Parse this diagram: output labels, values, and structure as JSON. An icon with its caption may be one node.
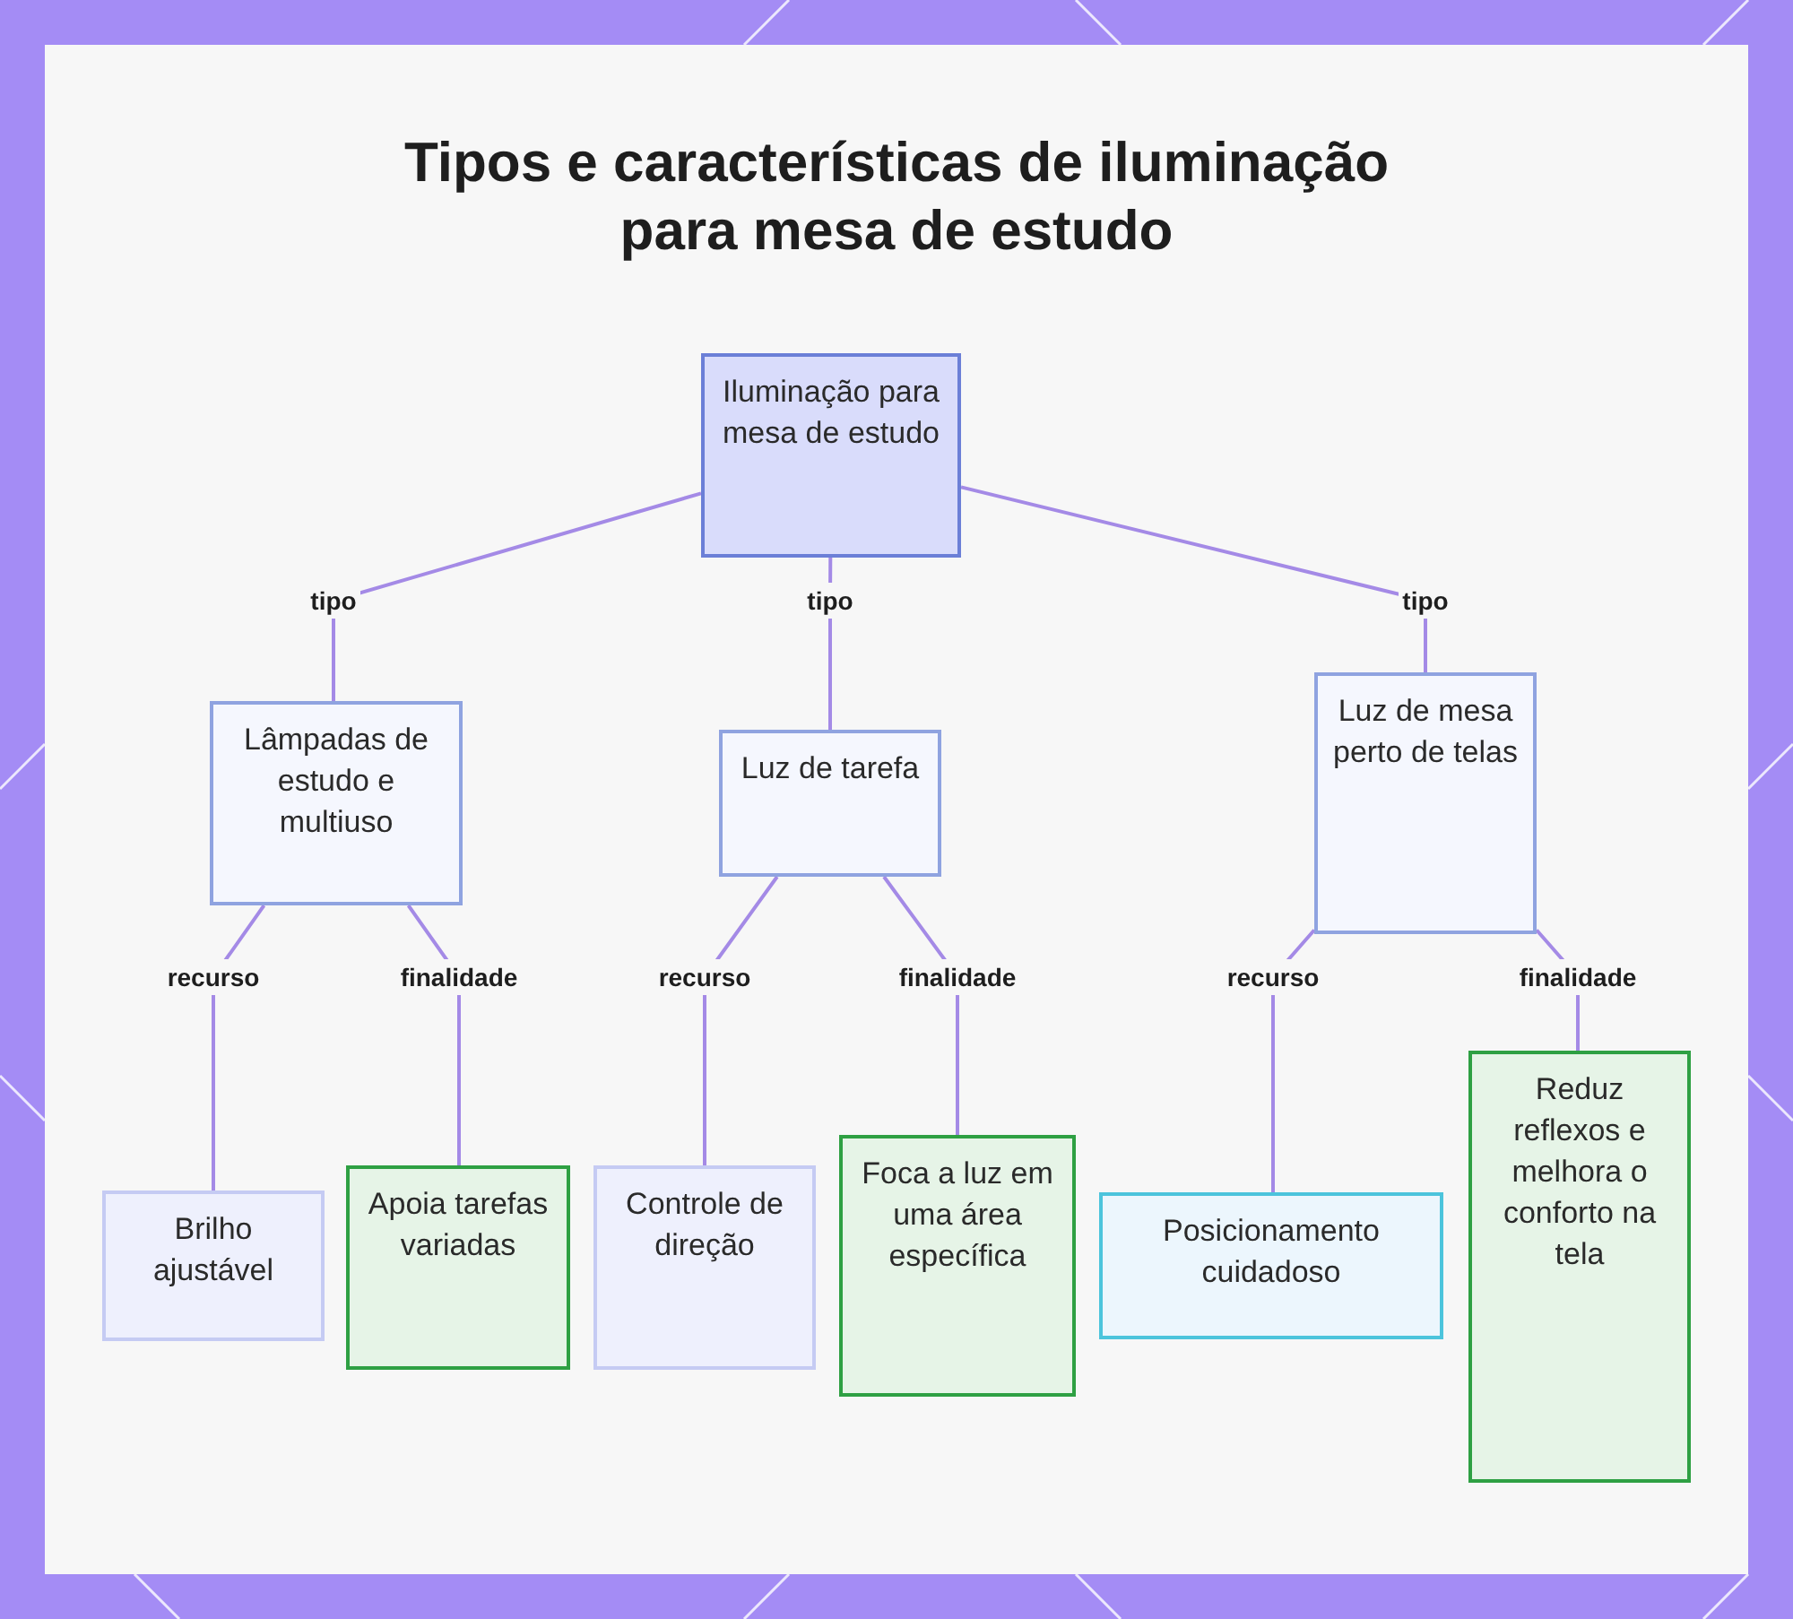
{
  "diagram": {
    "title": "Tipos e características de iluminação para mesa de estudo",
    "nodes": [
      {
        "text": [
          "Iluminação para mesa de estudo"
        ]
      },
      {
        "text": [
          "Lâmpadas de estudo e multiuso"
        ]
      },
      {
        "text": [
          "Luz de tarefa"
        ]
      },
      {
        "text": [
          "Luz de mesa perto de telas"
        ]
      },
      {
        "text": [
          "Brilho ajustável"
        ]
      },
      {
        "text": [
          "Apoia tarefas variadas"
        ]
      },
      {
        "text": [
          "Controle de direção"
        ]
      },
      {
        "text": [
          "Foca a luz em uma área específica"
        ]
      },
      {
        "text": [
          "Posicionamento cuidadoso"
        ]
      },
      {
        "text": [
          "Reduz reflexos e melhora o conforto na tela"
        ]
      }
    ],
    "edges": [
      {
        "from": 0,
        "to": 1,
        "arrow": "none",
        "label": "tipo"
      },
      {
        "from": 0,
        "to": 2,
        "arrow": "none",
        "label": "tipo"
      },
      {
        "from": 0,
        "to": 3,
        "arrow": "none",
        "label": "tipo"
      },
      {
        "from": 1,
        "to": 4,
        "arrow": "none",
        "label": "recurso"
      },
      {
        "from": 1,
        "to": 5,
        "arrow": "none",
        "label": "finalidade"
      },
      {
        "from": 2,
        "to": 6,
        "arrow": "none",
        "label": "recurso"
      },
      {
        "from": 2,
        "to": 7,
        "arrow": "none",
        "label": "finalidade"
      },
      {
        "from": 3,
        "to": 8,
        "arrow": "none",
        "label": "recurso"
      },
      {
        "from": 3,
        "to": 9,
        "arrow": "none",
        "label": "finalidade"
      }
    ]
  }
}
